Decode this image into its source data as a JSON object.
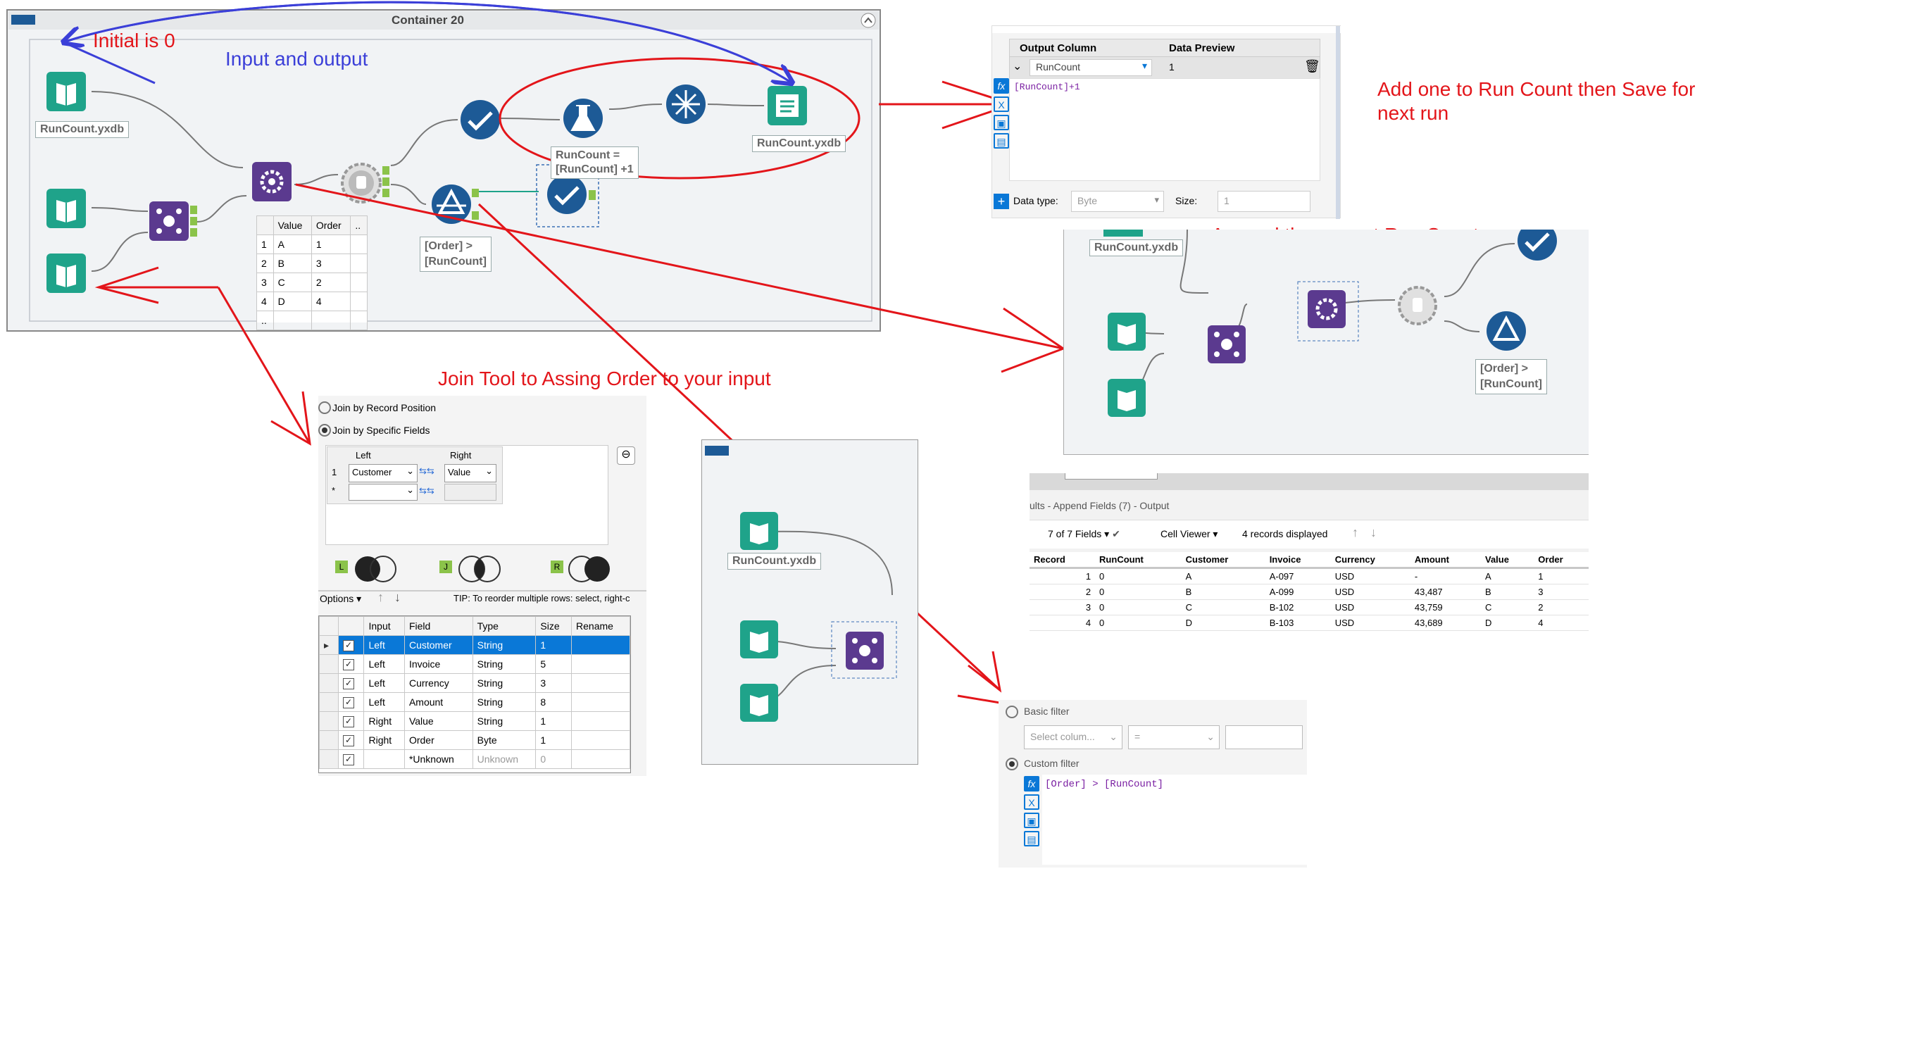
{
  "container": {
    "title": "Container 20"
  },
  "notes": {
    "initial": "Initial is 0",
    "input_output": "Input and output",
    "add_one": "Add one to Run Count then Save for\nnext run",
    "append": "Append the current Run Count",
    "join_tool": "Join Tool to Assing Order to your input"
  },
  "workflow": {
    "input_label": "RunCount.yxdb",
    "output_label": "RunCount.yxdb",
    "formula_label": "RunCount =\n[RunCount] +1",
    "filter_label": "[Order] >\n[RunCount]",
    "browse_table": {
      "headers": [
        "",
        "Value",
        "Order",
        ".."
      ],
      "rows": [
        [
          "1",
          "A",
          "1"
        ],
        [
          "2",
          "B",
          "3"
        ],
        [
          "3",
          "C",
          "2"
        ],
        [
          "4",
          "D",
          "4"
        ],
        [
          "..",
          "",
          ""
        ]
      ]
    }
  },
  "formula_panel": {
    "col_output": "Output Column",
    "col_preview": "Data Preview",
    "output_value": "RunCount",
    "preview_value": "1",
    "expression": "[RunCount]+1",
    "datatype_label": "Data type:",
    "datatype_value": "Byte",
    "size_label": "Size:",
    "size_value": "1",
    "add_icon": "+"
  },
  "append_panel": {
    "top_label": "RunCount.yxdb",
    "filter_label": "[Order] >\n[RunCount]"
  },
  "results_panel": {
    "title": "ults - Append Fields (7) - Output",
    "fields_label": "7 of 7 Fields",
    "viewer_label": "Cell Viewer",
    "records_label": "4 records displayed",
    "headers": [
      "Record",
      "RunCount",
      "Customer",
      "Invoice",
      "Currency",
      "Amount",
      "Value",
      "Order"
    ],
    "rows": [
      [
        "1",
        "0",
        "A",
        "A-097",
        "USD",
        "-",
        "A",
        "1"
      ],
      [
        "2",
        "0",
        "B",
        "A-099",
        "USD",
        "43,487",
        "B",
        "3"
      ],
      [
        "3",
        "0",
        "C",
        "B-102",
        "USD",
        "43,759",
        "C",
        "2"
      ],
      [
        "4",
        "0",
        "D",
        "B-103",
        "USD",
        "43,689",
        "D",
        "4"
      ]
    ]
  },
  "join_panel": {
    "by_position": "Join by Record Position",
    "by_fields": "Join by Specific Fields",
    "left_header": "Left",
    "right_header": "Right",
    "row1_num": "1",
    "row1_left": "Customer",
    "row1_right": "Value",
    "row2_num": "*",
    "anchor_l": "L",
    "anchor_j": "J",
    "anchor_r": "R",
    "options_label": "Options",
    "tip": "TIP: To reorder multiple rows: select, right-c",
    "field_headers": [
      "",
      "",
      "Input",
      "Field",
      "Type",
      "Size",
      "Rename"
    ],
    "field_rows": [
      [
        "Left",
        "Customer",
        "String",
        "1"
      ],
      [
        "Left",
        "Invoice",
        "String",
        "5"
      ],
      [
        "Left",
        "Currency",
        "String",
        "3"
      ],
      [
        "Left",
        "Amount",
        "String",
        "8"
      ],
      [
        "Right",
        "Value",
        "String",
        "1"
      ],
      [
        "Right",
        "Order",
        "Byte",
        "1"
      ],
      [
        "",
        "*Unknown",
        "Unknown",
        "0"
      ]
    ]
  },
  "mini_workflow": {
    "input_label": "RunCount.yxdb"
  },
  "filter_panel": {
    "basic": "Basic filter",
    "select_column": "Select colum...",
    "operator": "=",
    "custom": "Custom filter",
    "expression": "[Order] > [RunCount]"
  },
  "colors": {
    "red": "#e3151a",
    "blue": "#3b3fd8",
    "teal": "#1fa38a",
    "navy": "#1d5a96",
    "purple": "#5b3a8f"
  }
}
